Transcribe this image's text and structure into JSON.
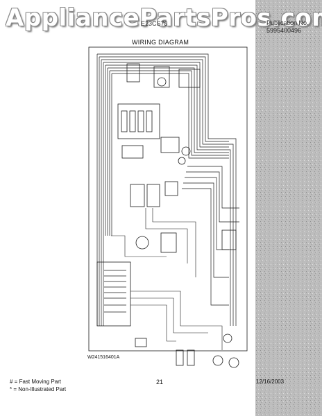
{
  "watermark": "AppliancePartsPros.com",
  "header": {
    "model": "E23CS78",
    "publication_label": "Publication No.",
    "publication_number": "5995400496"
  },
  "diagram": {
    "title": "WIRING DIAGRAM",
    "part_number": "W241516401A"
  },
  "footer": {
    "legend_fast_moving": "# = Fast Moving Part",
    "legend_non_illustrated": "* = Non-Illustrated Part",
    "page_number": "21",
    "date": "12/16/2003"
  },
  "colors": {
    "grain_background": "#b9b9b9",
    "line": "#1a1a1a"
  }
}
